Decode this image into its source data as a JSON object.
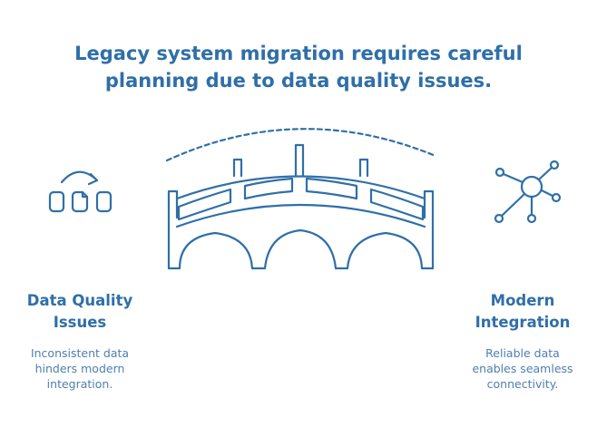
{
  "headline": {
    "line1": "Legacy system migration requires careful",
    "line2": "planning due to data quality issues."
  },
  "left": {
    "title_line1": "Data Quality",
    "title_line2": "Issues",
    "desc_line1": "Inconsistent data",
    "desc_line2": "hinders modern",
    "desc_line3": "integration.",
    "icon": "files-reorder-icon"
  },
  "right": {
    "title_line1": "Modern",
    "title_line2": "Integration",
    "desc_line1": "Reliable data",
    "desc_line2": "enables seamless",
    "desc_line3": "connectivity.",
    "icon": "network-hub-icon"
  },
  "center": {
    "icon": "bridge-icon"
  },
  "colors": {
    "primary": "#2f6fa8",
    "text": "#4d7fb0"
  }
}
